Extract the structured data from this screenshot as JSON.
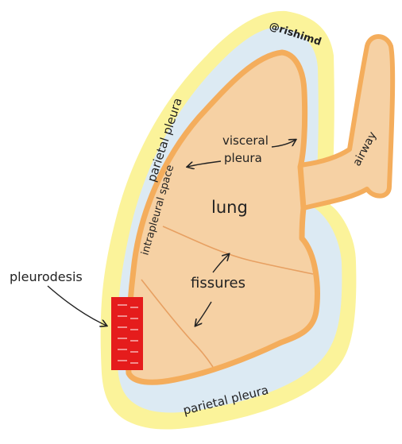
{
  "watermark": "@rishimd",
  "labels": {
    "parietal_pleura_top": "parietal pleura",
    "parietal_pleura_bottom": "parietal pleura",
    "intrapleural_space": "intrapleural space",
    "visceral_pleura": "visceral pleura",
    "lung": "lung",
    "fissures": "fissures",
    "pleurodesis": "pleurodesis",
    "airway": "airway"
  },
  "colors": {
    "parietal_pleura": "#fbf39a",
    "intrapleural_space": "#dceaf3",
    "visceral_pleura": "#f4ad5c",
    "lung": "#f6d1a4",
    "pleurodesis": "#e51c1c",
    "ink": "#222222"
  }
}
